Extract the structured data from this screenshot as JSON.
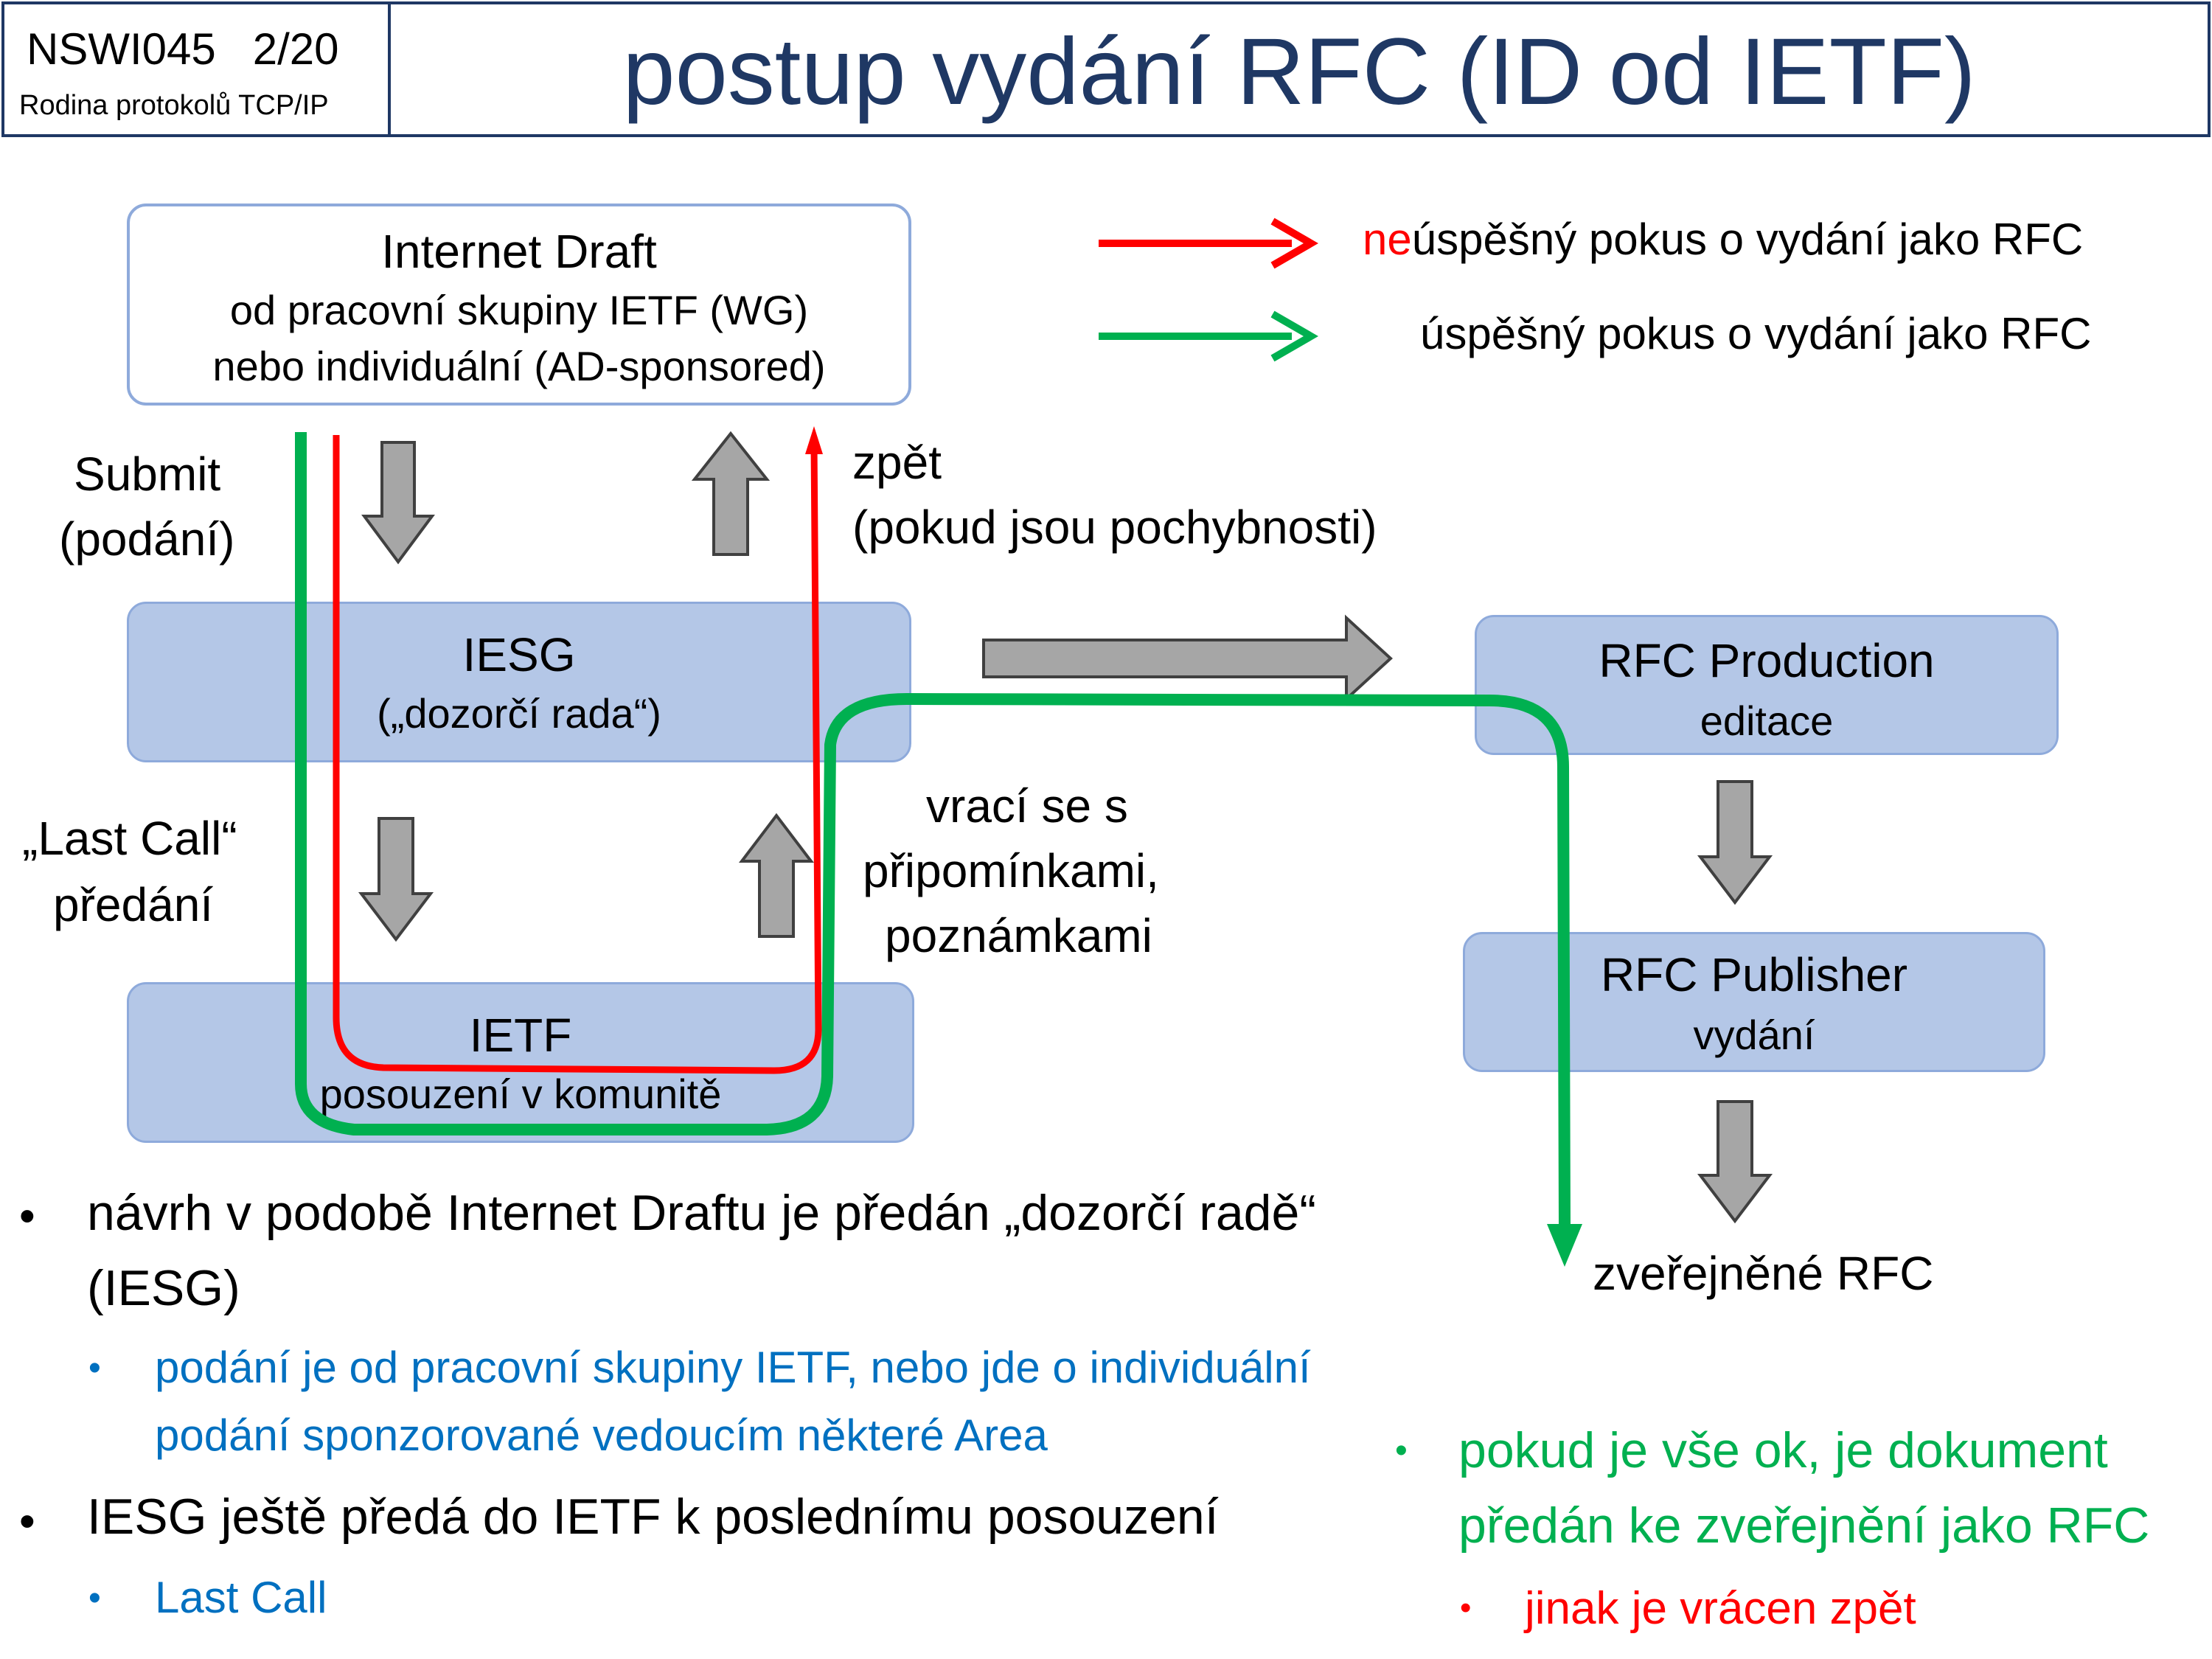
{
  "header": {
    "course_code": "NSWI045   2/20",
    "subject": "Rodina protokolů TCP/IP",
    "title": "postup vydání RFC (ID od IETF)"
  },
  "legend": {
    "fail_prefix": "ne",
    "fail_text": "úspěšný pokus o vydání  jako RFC",
    "success_text": "úspěšný pokus o vydání  jako RFC"
  },
  "boxes": {
    "draft": {
      "title": "Internet Draft",
      "line2": "od pracovní skupiny IETF (WG)",
      "line3": "nebo individuální (AD-sponsored)"
    },
    "iesg": {
      "title": "IESG",
      "subtitle": "(„dozorčí rada“)"
    },
    "ietf": {
      "title": "IETF",
      "subtitle": "posouzení v komunitě"
    },
    "production": {
      "title": "RFC Production",
      "subtitle": "editace"
    },
    "publisher": {
      "title": "RFC Publisher",
      "subtitle": "vydání"
    }
  },
  "labels": {
    "submit_1": "Submit",
    "submit_2": "(podání)",
    "back_1": "zpět",
    "back_2": "(pokud jsou pochybnosti)",
    "lastcall_1": "„Last Call“",
    "lastcall_2": "předání",
    "returns_1": "vrací se s",
    "returns_2": "připomínkami,",
    "returns_3": "poznámkami",
    "published": "zveřejněné RFC"
  },
  "bullets": {
    "b1_line1": "návrh v podobě Internet Draftu je předán „dozorčí radě“",
    "b1_line2": "(IESG)",
    "b1_sub_line1": "podání je od pracovní skupiny IETF, nebo jde o individuální",
    "b1_sub_line2": "podání sponzorované vedoucím některé Area",
    "b2": "IESG ještě předá do IETF k poslednímu posouzení",
    "b2_sub": "Last Call",
    "ok_line1": "pokud je vše ok, je dokument",
    "ok_line2": "předán ke zveřejnění jako RFC",
    "else": "jinak je vrácen zpět",
    "bullet_char": "•"
  },
  "colors": {
    "title_blue": "#1f3864",
    "fail_red": "#ff0000",
    "success_green": "#00b050",
    "sub_blue": "#0070c0",
    "box_fill": "#b4c7e7",
    "gray_arrow": "#a6a6a6"
  }
}
